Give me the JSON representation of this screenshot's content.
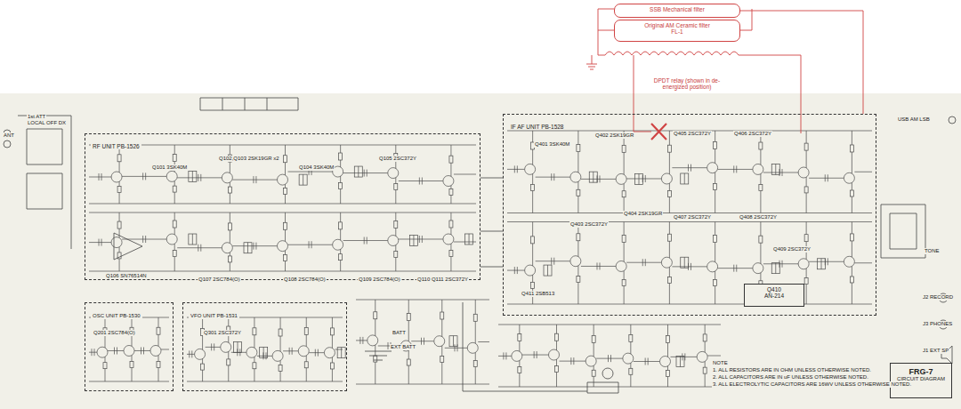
{
  "diagram": {
    "nodes": [
      {
        "text": [
          "SSB Mechanical filter"
        ]
      },
      {
        "text": [
          "Original AM Ceramic filter",
          "FL-1"
        ]
      },
      {
        "text": [
          "RF UNIT PB-1526"
        ]
      },
      {
        "text": [
          "IF AF UNIT PB-1528"
        ]
      },
      {
        "text": [
          "Q410",
          "AN-214"
        ],
        "in": 3
      },
      {
        "text": [
          "OSC UNIT PB-1530"
        ]
      },
      {
        "text": [
          "VFO UNIT PB-1531"
        ]
      },
      {
        "text": [
          "FRG-7",
          "CIRCUIT DIAGRAM"
        ]
      }
    ],
    "edges": [
      {
        "from": 0,
        "to": 3,
        "arrow": "none"
      }
    ],
    "labels": [
      "Q101 3SK40M",
      "Q102,Q103 2SK19GR x2",
      "Q104 3SK40M",
      "Q105 2SC372Y",
      "Q106 SN76514N",
      "Q107 2SC784(O)",
      "Q108 2SC784(O)",
      "Q109 2SC784(O)",
      "Q110 Q111 2SC372Y",
      "Q201 2SC784(O)",
      "Q301 2SC372Y",
      "Q401 3SK40M",
      "Q402 2SK19GR",
      "Q405 2SC372Y",
      "Q406 2SC372Y",
      "Q403 2SC372Y",
      "Q404 2SK19GR",
      "Q407 2SC372Y",
      "Q408 2SC372Y",
      "Q409 2SC372Y",
      "Q411 2SB513",
      "1st ATT",
      "LOCAL OFF DX",
      "ANT",
      "USB AM LSB",
      "TONE",
      "J2 RECORD",
      "J3 PHONES",
      "J1 EXT SP",
      "BATT",
      "EXT BATT",
      "NOTE",
      "1. ALL RESISTORS ARE IN OHM UNLESS OTHERWISE NOTED.",
      "2. ALL CAPACITORS ARE IN uF UNLESS OTHERWISE NOTED.",
      "3. ALL ELECTROLYTIC CAPACITORS ARE 16WV UNLESS OTHERWISE NOTED.",
      "DPDT relay (shown in de-energized position)"
    ]
  }
}
